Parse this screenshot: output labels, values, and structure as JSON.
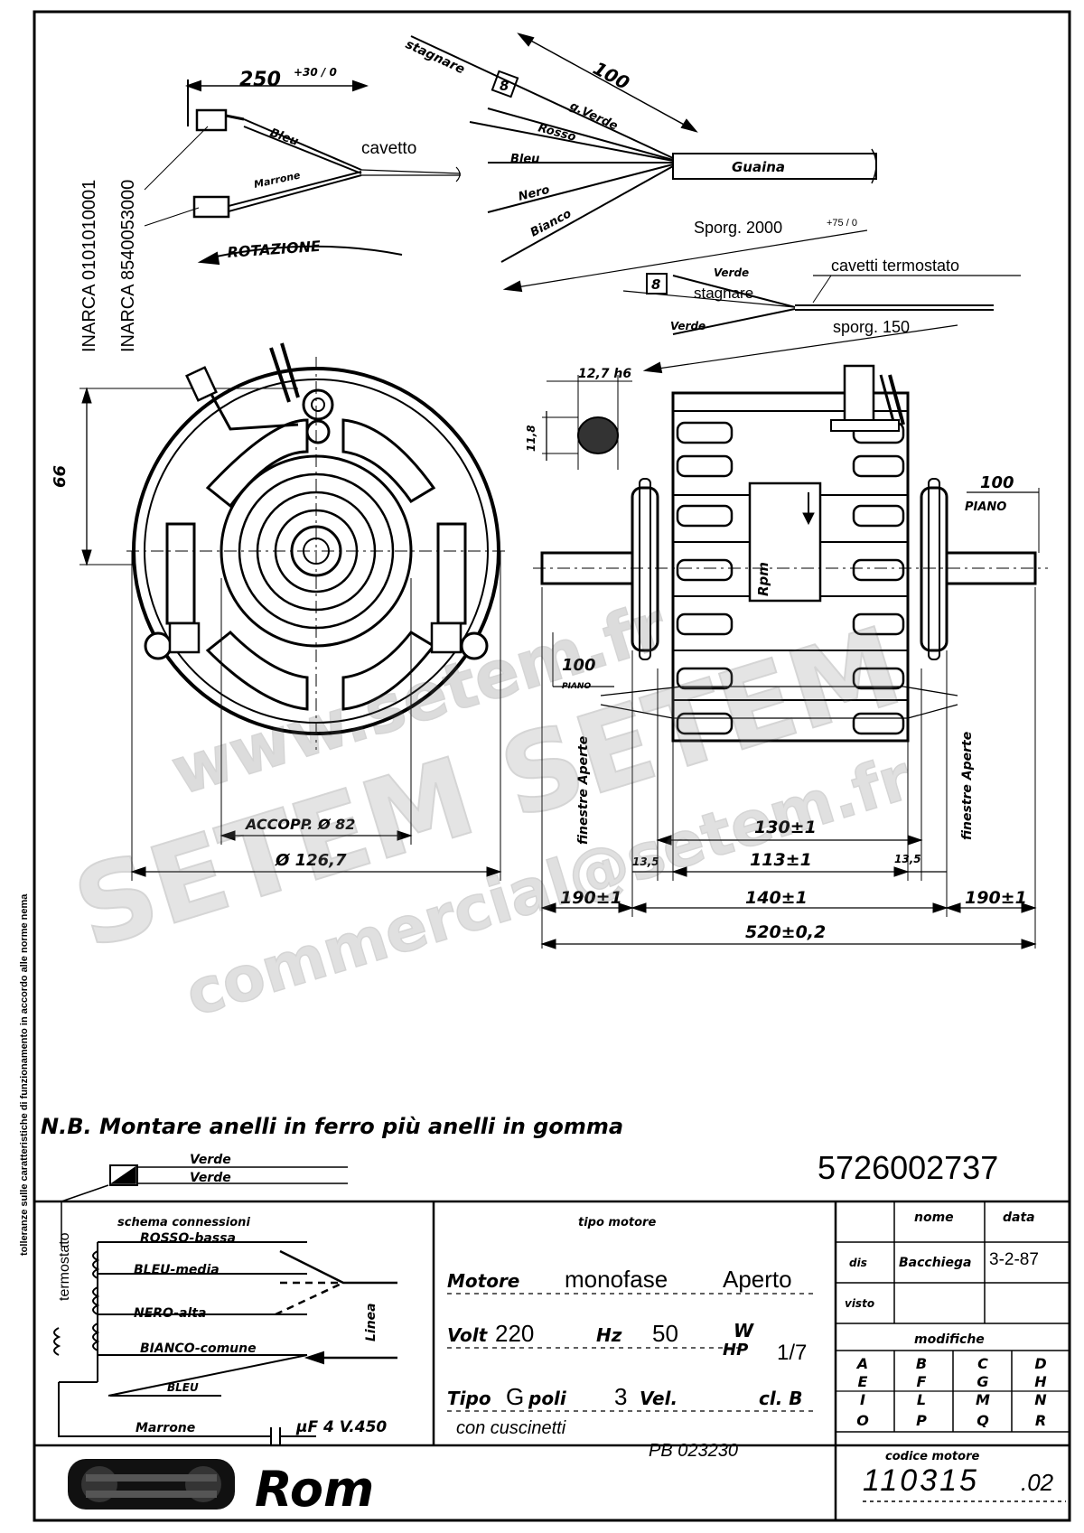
{
  "wiring_top_left": {
    "length_dim": "250",
    "length_tol": "+30 / 0",
    "wire_bleu": "Bleu",
    "wire_marrone": "Marrone",
    "cavetto": "cavetto",
    "inarca_1": "INARCA 0101010001",
    "inarca_2": "INARCA 8540053000",
    "rotation": "ROTAZIONE"
  },
  "wiring_top_right": {
    "stagnare": "stagnare",
    "strip": "8",
    "dim_100": "100",
    "wire_verde": "g.Verde",
    "wire_rosso": "Rosso",
    "wire_bleu": "Bleu",
    "wire_nero": "Nero",
    "wire_bianco": "Bianco",
    "guaina": "Guaina",
    "sporg_main": "Sporg. 2000",
    "sporg_main_tol": "+75 / 0"
  },
  "thermostat_wires": {
    "verde_top": "Verde",
    "strip": "8",
    "stagnare": "stagnare",
    "verde_bottom": "Verde",
    "label": "cavetti termostato",
    "sporg": "sporg. 150"
  },
  "front_view": {
    "dim_66": "66",
    "accopp": "ACCOPP. Ø 82",
    "diameter": "Ø 126,7"
  },
  "side_view": {
    "shaft_dim": "12,7 h6",
    "flat_dim": "11,8",
    "rpm": "Rpm",
    "piano_right_val": "100",
    "piano_right_lbl": "PIANO",
    "piano_left_val": "100",
    "piano_left_lbl": "PIANO",
    "finestre_left": "finestre Aperte",
    "finestre_right": "finestre Aperte",
    "dim_130": "130±1",
    "dim_113": "113±1",
    "dim_13_5_left": "13,5",
    "dim_13_5_right": "13,5",
    "dim_190_left": "190±1",
    "dim_140": "140±1",
    "dim_190_right": "190±1",
    "dim_520": "520±0,2"
  },
  "side_note": "tolleranze sulle caratteristiche di funzionamento in accordo alle norme nema",
  "watermark": {
    "line1": "www.setem.fr",
    "line2": "SETEM SETEM",
    "line3": "commercial@setem.fr"
  },
  "note": "N.B. Montare anelli in ferro più anelli in gomma",
  "part_number": "5726002737",
  "thermostat_box": {
    "verde_1": "Verde",
    "verde_2": "Verde",
    "termostato": "termostato"
  },
  "schema": {
    "title": "schema connessioni",
    "rosso": "ROSSO-bassa",
    "bleu": "BLEU-media",
    "nero": "NERO-alta",
    "bianco": "BIANCO-comune",
    "linea": "Linea",
    "bleu2": "BLEU",
    "marrone": "Marrone",
    "cap": "μF 4 V.450"
  },
  "motor_type": {
    "header": "tipo motore",
    "line1_a": "Motore",
    "line1_b": "monofase",
    "line1_c": "Aperto",
    "volt_lbl": "Volt",
    "volt": "220",
    "hz_lbl": "Hz",
    "hz": "50",
    "w_lbl": "W",
    "hp_lbl": "HP",
    "hp": "1/7",
    "tipo_lbl": "Tipo",
    "tipo": "G",
    "poli_lbl": "poli",
    "poli": "3",
    "vel_lbl": "Vel.",
    "cl_lbl": "cl. B",
    "bearing": "con cuscinetti",
    "pb": "PB 023230"
  },
  "title_block": {
    "nome": "nome",
    "data": "data",
    "dis": "dis",
    "dis_name": "Bacchiega",
    "date": "3-2-87",
    "visto": "visto",
    "modifiche": "modifiche",
    "rev_letters": [
      "A",
      "E",
      "I",
      "O",
      "B",
      "F",
      "L",
      "P",
      "C",
      "G",
      "M",
      "Q",
      "D",
      "H",
      "N",
      "R"
    ],
    "codice_lbl": "codice motore",
    "codice": "110315",
    "codice_suffix": ".02"
  },
  "logo": {
    "brand": "Rom"
  }
}
